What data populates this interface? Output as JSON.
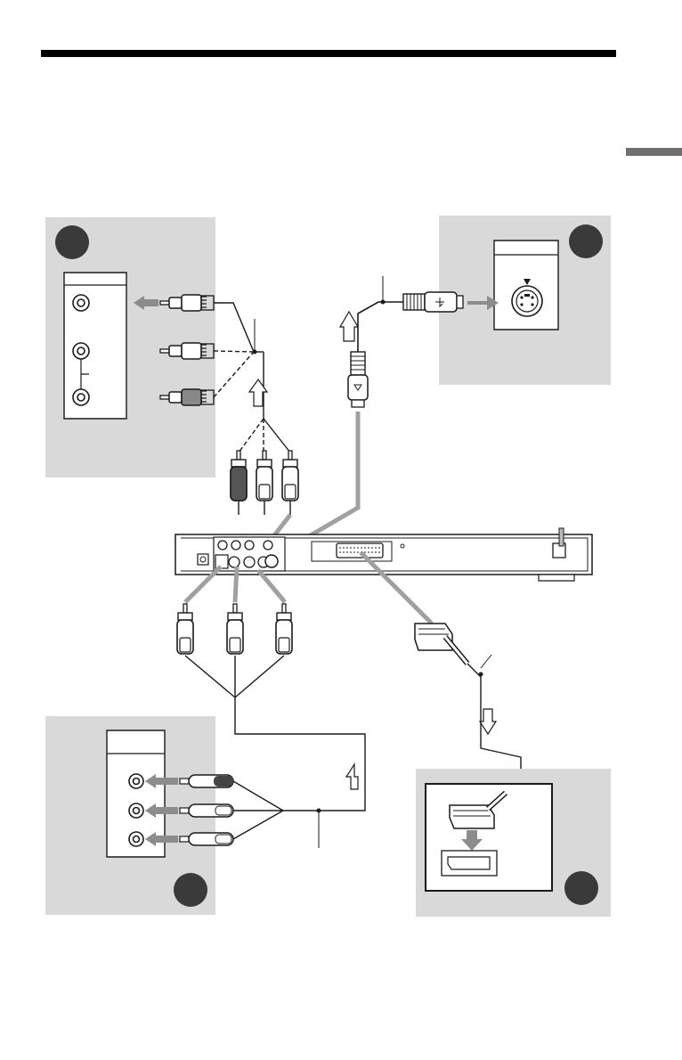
{
  "colors": {
    "panel": "#d9d9d9",
    "cable_gray": "#a0a0a0",
    "arrow_gray": "#8c8c8c",
    "badge": "#3a3a3a",
    "ink": "#1a1a1a"
  },
  "icons": [
    "connector-circle-badge",
    "rca-plug",
    "s-video-plug",
    "scart-plug",
    "signal-flow-arrow",
    "insert-arrow"
  ]
}
